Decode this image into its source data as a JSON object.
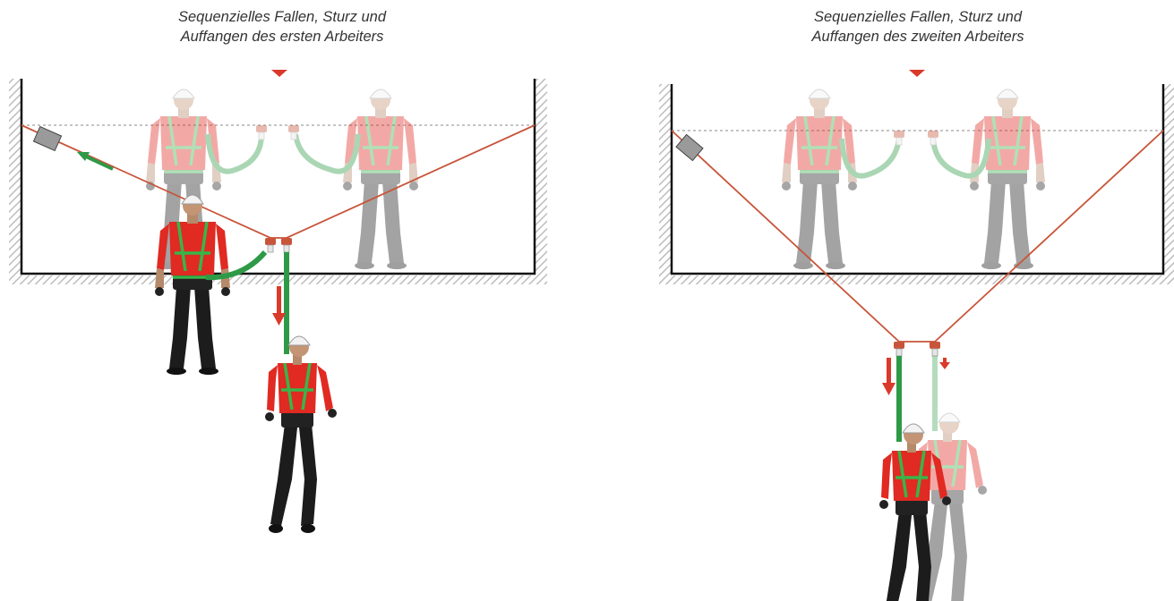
{
  "panels": [
    {
      "caption_line1": "Sequenzielles Fallen, Sturz und",
      "caption_line2": "Auffangen des ersten Arbeiters"
    },
    {
      "caption_line1": "Sequenzielles Fallen, Sturz und",
      "caption_line2": "Auffangen des zweiten Arbeiters"
    }
  ],
  "colors": {
    "lifeline": "#c8553a",
    "lanyard_green": "#2e9a47",
    "arrow_red": "#d93a2b",
    "shirt_red": "#e02a22",
    "trousers": "#1c1c1c",
    "wall_hatch": "#bbbbbb",
    "ghost_opacity": 0.45
  }
}
